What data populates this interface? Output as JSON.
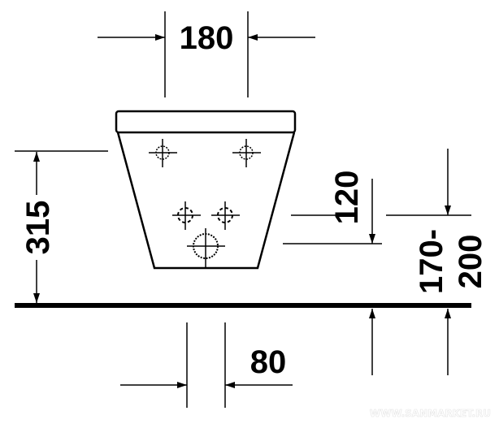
{
  "title": "Wall-hung bidet installation dimensions",
  "dimensions": {
    "width_top": "180",
    "height": "315",
    "offset_vertical": "120",
    "range_line1": "170-",
    "range_line2": "200",
    "spacing_bottom": "80"
  },
  "watermark": "WWW.SANMARKET.RU",
  "colors": {
    "line": "#000000",
    "background": "#ffffff"
  }
}
